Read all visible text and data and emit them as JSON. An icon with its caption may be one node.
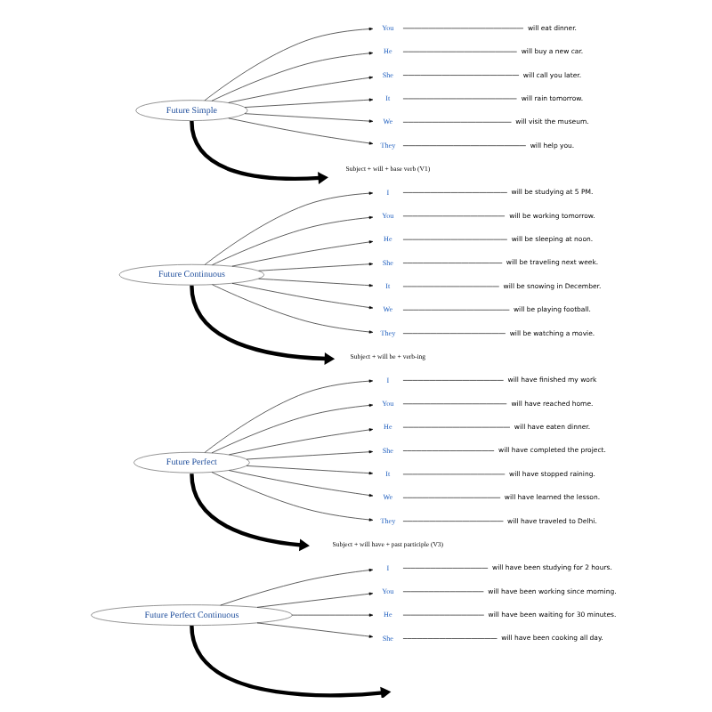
{
  "diagram": {
    "nodes": [
      {
        "text": [
          "Future Simple"
        ]
      },
      {
        "text": [
          "You"
        ]
      },
      {
        "text": [
          "will eat dinner."
        ]
      },
      {
        "text": [
          "He"
        ]
      },
      {
        "text": [
          "will buy a new car."
        ]
      },
      {
        "text": [
          "She"
        ]
      },
      {
        "text": [
          "will call you later."
        ]
      },
      {
        "text": [
          "It"
        ]
      },
      {
        "text": [
          "will rain tomorrow."
        ]
      },
      {
        "text": [
          "We"
        ]
      },
      {
        "text": [
          "will visit the museum."
        ]
      },
      {
        "text": [
          "They"
        ]
      },
      {
        "text": [
          "will help you."
        ]
      },
      {
        "text": [
          "Subject + will + base verb (V1)"
        ]
      },
      {
        "text": [
          "Future Continuous"
        ]
      },
      {
        "text": [
          "I"
        ]
      },
      {
        "text": [
          "will be studying at 5 PM."
        ]
      },
      {
        "text": [
          "You"
        ]
      },
      {
        "text": [
          "will be working tomorrow."
        ]
      },
      {
        "text": [
          "He"
        ]
      },
      {
        "text": [
          "will be sleeping at noon."
        ]
      },
      {
        "text": [
          "She"
        ]
      },
      {
        "text": [
          "will be traveling next week."
        ]
      },
      {
        "text": [
          "It"
        ]
      },
      {
        "text": [
          "will be snowing in December."
        ]
      },
      {
        "text": [
          "We"
        ]
      },
      {
        "text": [
          "will be playing football."
        ]
      },
      {
        "text": [
          "They"
        ]
      },
      {
        "text": [
          "will be watching a movie."
        ]
      },
      {
        "text": [
          "Subject + will be + verb-ing"
        ]
      },
      {
        "text": [
          "Future Perfect"
        ]
      },
      {
        "text": [
          "I"
        ]
      },
      {
        "text": [
          "will have finished my work"
        ]
      },
      {
        "text": [
          "You"
        ]
      },
      {
        "text": [
          "will have reached home."
        ]
      },
      {
        "text": [
          "He"
        ]
      },
      {
        "text": [
          "will have eaten dinner."
        ]
      },
      {
        "text": [
          "She"
        ]
      },
      {
        "text": [
          "will have completed the project."
        ]
      },
      {
        "text": [
          "It"
        ]
      },
      {
        "text": [
          "will have stopped raining."
        ]
      },
      {
        "text": [
          "We"
        ]
      },
      {
        "text": [
          "will have learned the lesson."
        ]
      },
      {
        "text": [
          "They"
        ]
      },
      {
        "text": [
          "will have traveled to Delhi."
        ]
      },
      {
        "text": [
          "Subject + will have + past participle (V3)"
        ]
      },
      {
        "text": [
          "Future Perfect Continuous"
        ]
      },
      {
        "text": [
          "I"
        ]
      },
      {
        "text": [
          "will have been studying for 2 hours."
        ]
      },
      {
        "text": [
          "You"
        ]
      },
      {
        "text": [
          "will have been working since morning."
        ]
      },
      {
        "text": [
          "He"
        ]
      },
      {
        "text": [
          "will have been waiting for 30 minutes."
        ]
      },
      {
        "text": [
          "She"
        ]
      },
      {
        "text": [
          "will have been cooking all day."
        ]
      }
    ],
    "edges": [
      {
        "from": 0,
        "to": 1,
        "arrow": "to"
      },
      {
        "from": 1,
        "to": 2,
        "arrow": "none"
      },
      {
        "from": 0,
        "to": 3,
        "arrow": "to"
      },
      {
        "from": 3,
        "to": 4,
        "arrow": "none"
      },
      {
        "from": 0,
        "to": 5,
        "arrow": "to"
      },
      {
        "from": 5,
        "to": 6,
        "arrow": "none"
      },
      {
        "from": 0,
        "to": 7,
        "arrow": "to"
      },
      {
        "from": 7,
        "to": 8,
        "arrow": "none"
      },
      {
        "from": 0,
        "to": 9,
        "arrow": "to"
      },
      {
        "from": 9,
        "to": 10,
        "arrow": "none"
      },
      {
        "from": 0,
        "to": 11,
        "arrow": "to"
      },
      {
        "from": 11,
        "to": 12,
        "arrow": "none"
      },
      {
        "from": 0,
        "to": 13,
        "arrow": "to",
        "style": "thick"
      },
      {
        "from": 14,
        "to": 15,
        "arrow": "to"
      },
      {
        "from": 15,
        "to": 16,
        "arrow": "none"
      },
      {
        "from": 14,
        "to": 17,
        "arrow": "to"
      },
      {
        "from": 17,
        "to": 18,
        "arrow": "none"
      },
      {
        "from": 14,
        "to": 19,
        "arrow": "to"
      },
      {
        "from": 19,
        "to": 20,
        "arrow": "none"
      },
      {
        "from": 14,
        "to": 21,
        "arrow": "to"
      },
      {
        "from": 21,
        "to": 22,
        "arrow": "none"
      },
      {
        "from": 14,
        "to": 23,
        "arrow": "to"
      },
      {
        "from": 23,
        "to": 24,
        "arrow": "none"
      },
      {
        "from": 14,
        "to": 25,
        "arrow": "to"
      },
      {
        "from": 25,
        "to": 26,
        "arrow": "none"
      },
      {
        "from": 14,
        "to": 27,
        "arrow": "to"
      },
      {
        "from": 27,
        "to": 28,
        "arrow": "none"
      },
      {
        "from": 14,
        "to": 29,
        "arrow": "to",
        "style": "thick"
      },
      {
        "from": 30,
        "to": 31,
        "arrow": "to"
      },
      {
        "from": 31,
        "to": 32,
        "arrow": "none"
      },
      {
        "from": 30,
        "to": 33,
        "arrow": "to"
      },
      {
        "from": 33,
        "to": 34,
        "arrow": "none"
      },
      {
        "from": 30,
        "to": 35,
        "arrow": "to"
      },
      {
        "from": 35,
        "to": 36,
        "arrow": "none"
      },
      {
        "from": 30,
        "to": 37,
        "arrow": "to"
      },
      {
        "from": 37,
        "to": 38,
        "arrow": "none"
      },
      {
        "from": 30,
        "to": 39,
        "arrow": "to"
      },
      {
        "from": 39,
        "to": 40,
        "arrow": "none"
      },
      {
        "from": 30,
        "to": 41,
        "arrow": "to"
      },
      {
        "from": 41,
        "to": 42,
        "arrow": "none"
      },
      {
        "from": 30,
        "to": 43,
        "arrow": "to"
      },
      {
        "from": 43,
        "to": 44,
        "arrow": "none"
      },
      {
        "from": 30,
        "to": 45,
        "arrow": "to",
        "style": "thick"
      },
      {
        "from": 46,
        "to": 47,
        "arrow": "to"
      },
      {
        "from": 47,
        "to": 48,
        "arrow": "none"
      },
      {
        "from": 46,
        "to": 49,
        "arrow": "to"
      },
      {
        "from": 49,
        "to": 50,
        "arrow": "none"
      },
      {
        "from": 46,
        "to": 51,
        "arrow": "to"
      },
      {
        "from": 51,
        "to": 52,
        "arrow": "none"
      },
      {
        "from": 46,
        "to": 53,
        "arrow": "to"
      },
      {
        "from": 53,
        "to": 54,
        "arrow": "none"
      },
      {
        "from": 46,
        "to": null,
        "arrow": "to",
        "style": "thick"
      }
    ]
  }
}
